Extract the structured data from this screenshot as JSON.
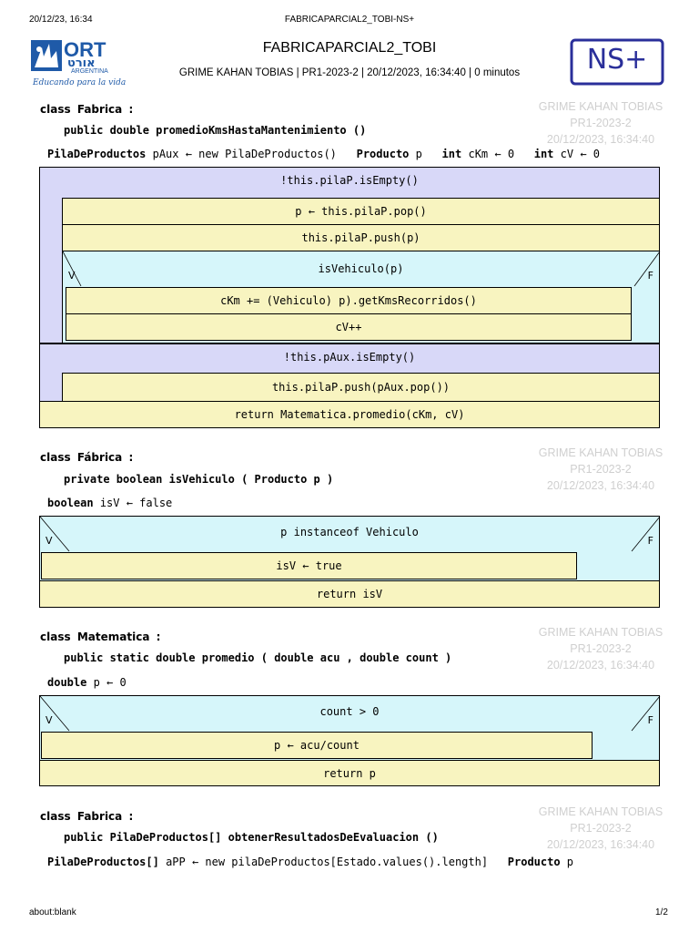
{
  "browser": {
    "datetime": "20/12/23, 16:34",
    "tab_title": "FABRICAPARCIAL2_TOBI-NS+",
    "url": "about:blank",
    "page_number": "1/2"
  },
  "header": {
    "logo_text": "ORT",
    "logo_hebrew": "אורט",
    "logo_country": "ARGENTINA",
    "logo_tagline": "Educando para la vida",
    "title": "FABRICAPARCIAL2_TOBI",
    "subtitle": "GRIME KAHAN TOBIAS | PR1-2023-2 | 20/12/2023, 16:34:40 | 0 minutos",
    "grade": "NS+"
  },
  "watermark": {
    "name": "GRIME KAHAN TOBIAS",
    "course": "PR1-2023-2",
    "timestamp": "20/12/2023, 16:34:40"
  },
  "labels": {
    "true": "V",
    "false": "F",
    "class_kw": "class"
  },
  "sections": [
    {
      "class_name": "Fabrica",
      "signature": "public double promedioKmsHastaMantenimiento ()",
      "declarations": {
        "t1": "PilaDeProductos",
        "v1": "pAux ← new PilaDeProductos()",
        "t2": "Producto",
        "v2": "p",
        "t3": "int",
        "v3": "cKm ← 0",
        "t4": "int",
        "v4": "cV ← 0"
      },
      "blocks": {
        "loop1": "!this.pilaP.isEmpty()",
        "s1": "p ← this.pilaP.pop()",
        "s2": "this.pilaP.push(p)",
        "cond": "isVehiculo(p)",
        "s3": "cKm += (Vehiculo) p).getKmsRecorridos()",
        "s4": "cV++",
        "loop2": "!this.pAux.isEmpty()",
        "s5": "this.pilaP.push(pAux.pop())",
        "ret": "return Matematica.promedio(cKm, cV)"
      }
    },
    {
      "class_name": "Fábrica",
      "signature": "private boolean isVehiculo ( Producto p )",
      "declarations": {
        "t1": "boolean",
        "v1": "isV ← false"
      },
      "blocks": {
        "cond": "p instanceof Vehiculo",
        "s1": "isV ← true",
        "ret": "return isV"
      }
    },
    {
      "class_name": "Matematica",
      "signature": "public static double promedio ( double acu ,  double count )",
      "declarations": {
        "t1": "double",
        "v1": "p ← 0"
      },
      "blocks": {
        "cond": "count > 0",
        "s1": "p ← acu/count",
        "ret": "return p"
      }
    },
    {
      "class_name": "Fabrica",
      "signature": "public PilaDeProductos[] obtenerResultadosDeEvaluacion ()",
      "declarations": {
        "t1": "PilaDeProductos[]",
        "v1": "aPP ← new pilaDeProductos[Estado.values().length]",
        "t2": "Producto",
        "v2": "p"
      }
    }
  ]
}
